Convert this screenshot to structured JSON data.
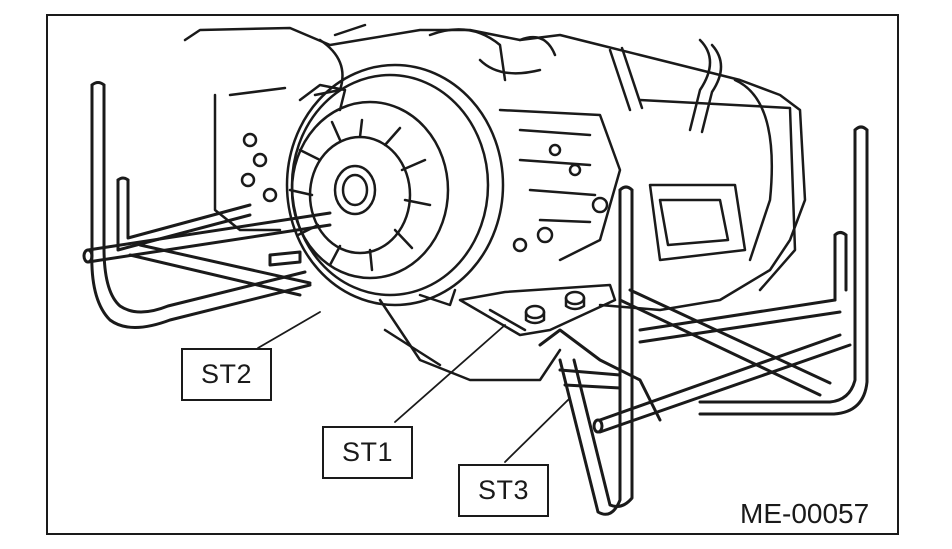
{
  "figure": {
    "callouts": {
      "st2": "ST2",
      "st1": "ST1",
      "st3": "ST3"
    },
    "figure_id": "ME-00057",
    "line_color": "#1a1a1a"
  }
}
